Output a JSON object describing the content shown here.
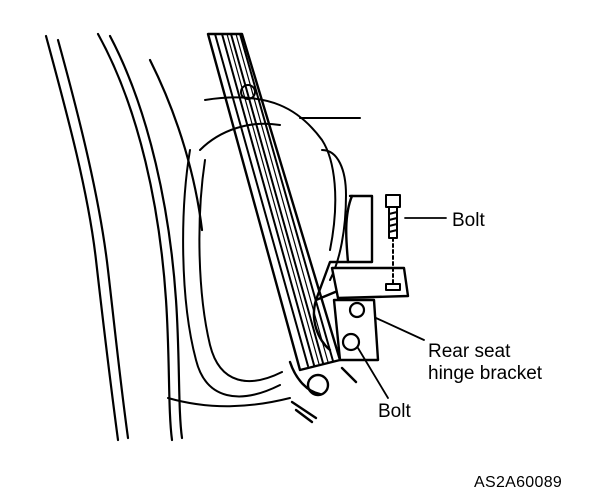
{
  "labels": {
    "bolt_top": "Bolt",
    "bracket_line1": "Rear seat",
    "bracket_line2": "hinge bracket",
    "bolt_bottom": "Bolt"
  },
  "figure_code": "AS2A60089",
  "colors": {
    "ink": "#000000",
    "paper": "#ffffff"
  }
}
